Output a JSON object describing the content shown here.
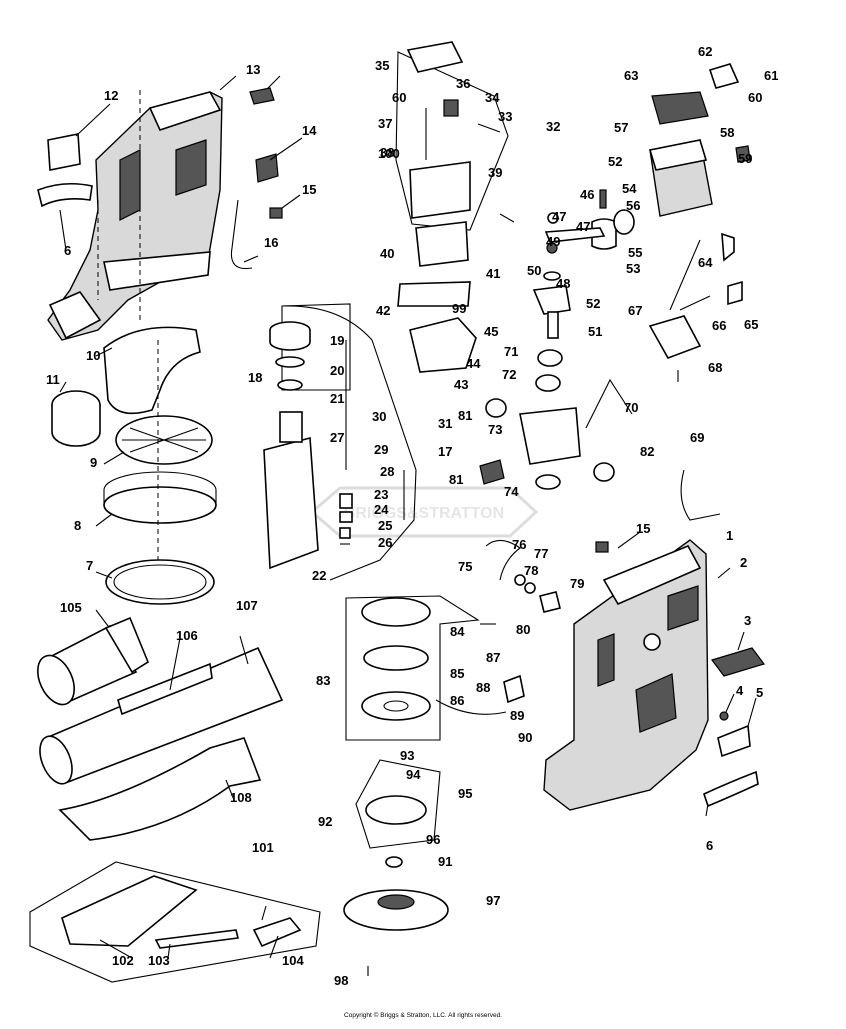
{
  "diagram": {
    "labels": [
      "1",
      "2",
      "3",
      "4",
      "5",
      "6",
      "6",
      "7",
      "8",
      "9",
      "10",
      "11",
      "12",
      "13",
      "14",
      "15",
      "15",
      "16",
      "17",
      "18",
      "19",
      "20",
      "21",
      "22",
      "23",
      "24",
      "25",
      "26",
      "27",
      "28",
      "29",
      "30",
      "31",
      "32",
      "33",
      "34",
      "35",
      "36",
      "37",
      "38",
      "39",
      "40",
      "41",
      "42",
      "43",
      "44",
      "45",
      "46",
      "47",
      "47",
      "48",
      "49",
      "50",
      "51",
      "52",
      "52",
      "53",
      "54",
      "55",
      "56",
      "57",
      "58",
      "59",
      "60",
      "60",
      "61",
      "62",
      "63",
      "64",
      "65",
      "66",
      "67",
      "68",
      "69",
      "70",
      "71",
      "72",
      "73",
      "74",
      "75",
      "76",
      "77",
      "78",
      "79",
      "80",
      "81",
      "81",
      "82",
      "83",
      "84",
      "85",
      "86",
      "87",
      "88",
      "89",
      "90",
      "91",
      "92",
      "93",
      "94",
      "95",
      "96",
      "97",
      "98",
      "99",
      "100",
      "101",
      "102",
      "103",
      "104",
      "105",
      "106",
      "107",
      "108"
    ],
    "watermark": "BRIGGS&STRATTON"
  },
  "footer": {
    "copyright": "Copyright © Briggs & Stratton, LLC. All rights reserved."
  }
}
